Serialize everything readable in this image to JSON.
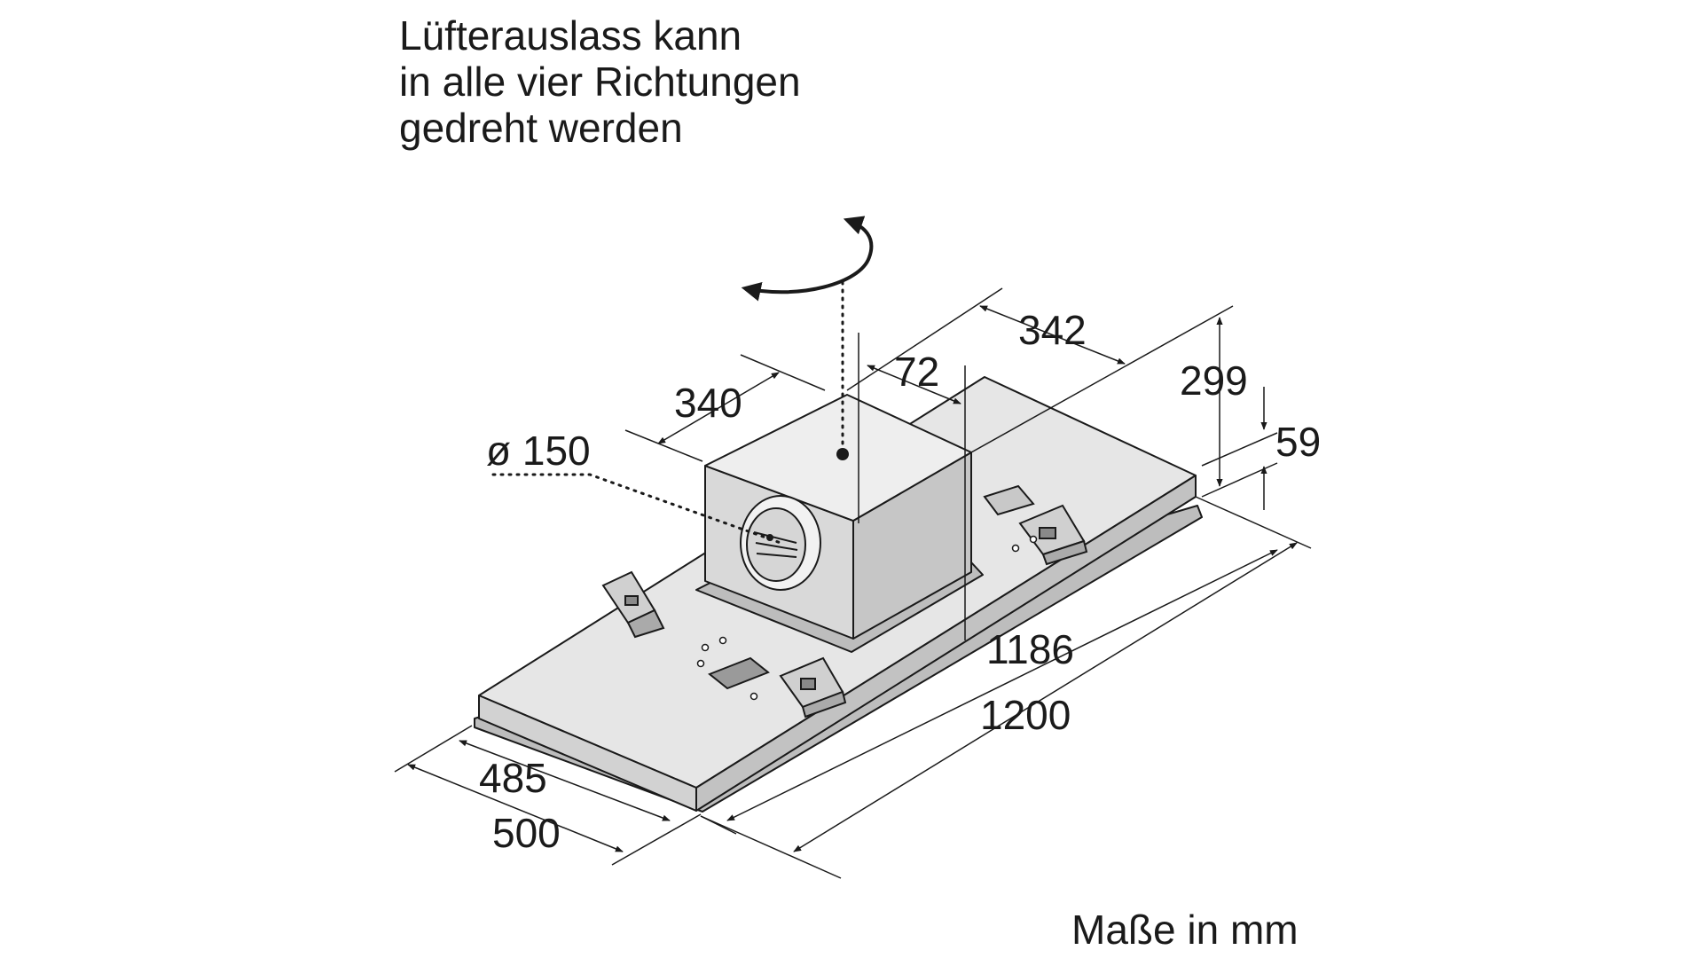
{
  "caption": {
    "lines": [
      "Lüfterauslass kann",
      "in alle vier Richtungen",
      "gedreht werden"
    ]
  },
  "units_note": "Maße in mm",
  "dimensions": {
    "blower_width": "342",
    "blower_depth": "340",
    "blower_offset": "72",
    "outlet_diameter": "ø 150",
    "total_height": "299",
    "hood_height": "59",
    "inner_length": "1186",
    "outer_length": "1200",
    "inner_depth": "485",
    "outer_depth": "500"
  },
  "colors": {
    "line": "#1a1a1a",
    "panel_top": "#e6e6e6",
    "panel_side": "#cfcfcf",
    "box_left": "#d9d9d9",
    "box_right": "#c6c6c6",
    "box_top": "#eeeeee"
  }
}
